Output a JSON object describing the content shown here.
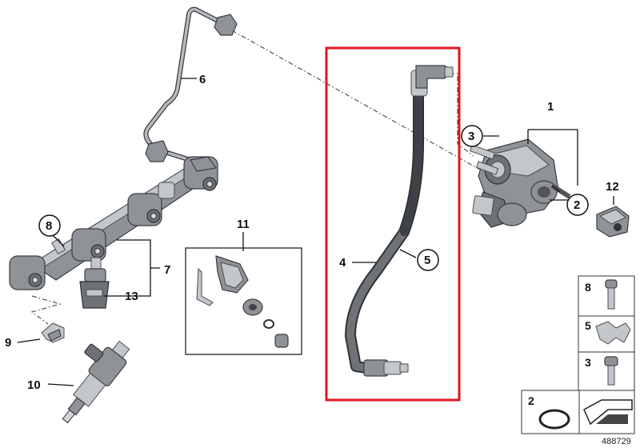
{
  "diagram": {
    "callouts": {
      "c1": "1",
      "c2": "2",
      "c3": "3",
      "c4": "4",
      "c5": "5",
      "c6": "6",
      "c7": "7",
      "c8": "8",
      "c9": "9",
      "c10": "10",
      "c11": "11",
      "c12": "12",
      "c13": "13"
    },
    "legend": {
      "items": [
        "8",
        "5",
        "3",
        "2"
      ]
    },
    "image_code": "488729",
    "colors": {
      "highlight_frame": "#e0141e",
      "part_gray": "#8f9398",
      "outline": "#3a3d41"
    }
  }
}
